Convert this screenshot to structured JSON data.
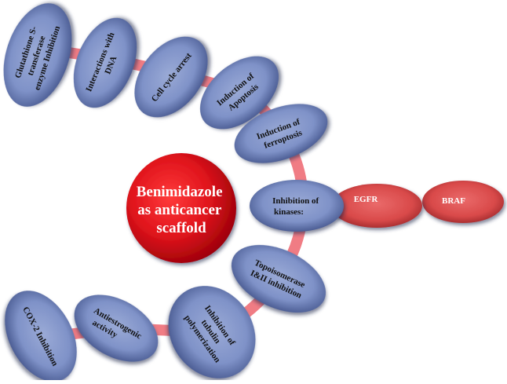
{
  "center": {
    "lines": [
      "Benimidazole",
      "as anticancer",
      "scaffold"
    ]
  },
  "nodes": [
    {
      "id": "gst",
      "lines": [
        "Glutathione S-",
        "transferase",
        "enzyme Inhibition"
      ]
    },
    {
      "id": "dna",
      "lines": [
        "Interactions with",
        "DNA"
      ]
    },
    {
      "id": "cell-cycle",
      "lines": [
        "Cell cycle arrest"
      ]
    },
    {
      "id": "apoptosis",
      "lines": [
        "Induction of",
        "Apoptosis"
      ]
    },
    {
      "id": "ferroptosis",
      "lines": [
        "Induction of",
        "ferroptosis"
      ]
    },
    {
      "id": "kinases",
      "lines": [
        "Inhibition of",
        "kinases:"
      ]
    },
    {
      "id": "topo",
      "lines": [
        "Topoisomerase",
        "I&II inhibition"
      ]
    },
    {
      "id": "tubulin",
      "lines": [
        "Inhibition of",
        "tubulin",
        "polymerization"
      ]
    },
    {
      "id": "antiestrogenic",
      "lines": [
        "Antiestrogenic",
        "activity"
      ]
    },
    {
      "id": "cox2",
      "lines": [
        "COX-2 Inhibition"
      ]
    }
  ],
  "kinase_targets": [
    {
      "id": "egfr",
      "label": "EGFR"
    },
    {
      "id": "braf",
      "label": "BRAF"
    }
  ],
  "colors": {
    "node_fill": "#7f92c8",
    "node_shadow": "#2c3a68",
    "connector": "#f07c84",
    "center_fill": "#e0141c",
    "center_dark": "#9a0008",
    "target_fill": "#d94a4a",
    "target_dark": "#8e1e22"
  }
}
